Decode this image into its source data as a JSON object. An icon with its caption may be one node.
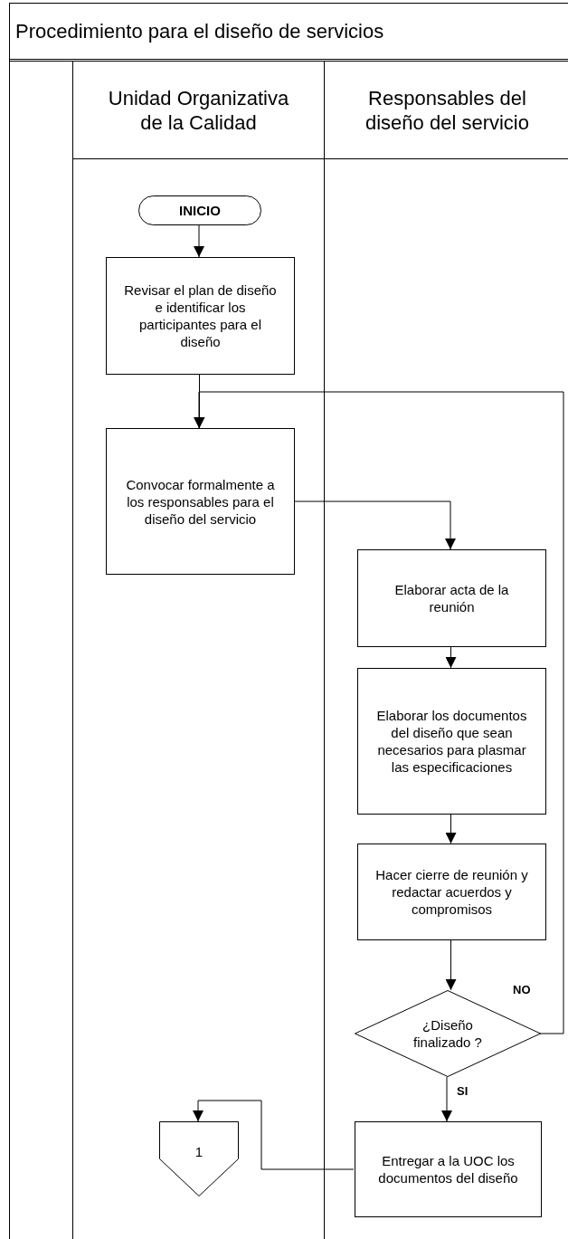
{
  "diagram": {
    "title": "Procedimiento para el diseño de servicios",
    "nodes": [
      {
        "text": [
          "Unidad Organizativa de la Calidad"
        ]
      },
      {
        "text": [
          "Responsables del diseño del servicio"
        ]
      },
      {
        "text": [
          "INICIO"
        ],
        "in": 0
      },
      {
        "text": [
          "Revisar el plan de diseño e identificar los participantes para el diseño"
        ],
        "in": 0
      },
      {
        "text": [
          "Convocar formalmente a los responsables para el diseño del servicio"
        ],
        "in": 0
      },
      {
        "text": [
          "Elaborar acta de la reunión"
        ],
        "in": 1
      },
      {
        "text": [
          "Elaborar los documentos del diseño que sean necesarios para plasmar las especificaciones"
        ],
        "in": 1
      },
      {
        "text": [
          "Hacer cierre de reunión y redactar acuerdos y compromisos"
        ],
        "in": 1
      },
      {
        "text": [
          "¿Diseño finalizado ?"
        ],
        "in": 1
      },
      {
        "text": [
          "Entregar a la UOC los documentos del diseño"
        ],
        "in": 1
      },
      {
        "text": [
          "1"
        ],
        "in": 0
      }
    ],
    "edges": [
      {
        "from": 2,
        "to": 3,
        "arrow": "to"
      },
      {
        "from": 3,
        "to": 4,
        "arrow": "to"
      },
      {
        "from": 4,
        "to": 5,
        "arrow": "to"
      },
      {
        "from": 5,
        "to": 6,
        "arrow": "to"
      },
      {
        "from": 6,
        "to": 7,
        "arrow": "to"
      },
      {
        "from": 7,
        "to": 8,
        "arrow": "to"
      },
      {
        "from": 8,
        "to": 4,
        "arrow": "to",
        "label": "NO"
      },
      {
        "from": 8,
        "to": 9,
        "arrow": "to",
        "label": "SI"
      },
      {
        "from": 9,
        "to": 10,
        "arrow": "to"
      }
    ]
  }
}
